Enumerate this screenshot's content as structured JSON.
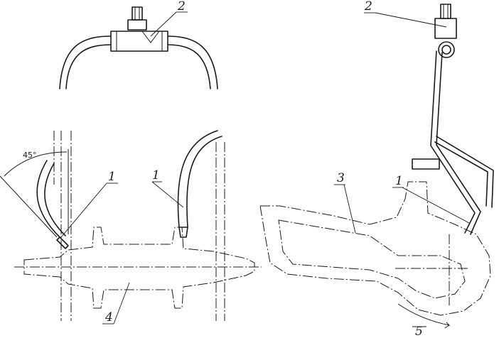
{
  "labels": {
    "tee_top": "2",
    "tube_left": "1",
    "tube_mid": "1",
    "bracket_right": "2",
    "bar": "3",
    "tube_right": "1",
    "hub": "4",
    "rotation": "5"
  },
  "angle": "45°"
}
